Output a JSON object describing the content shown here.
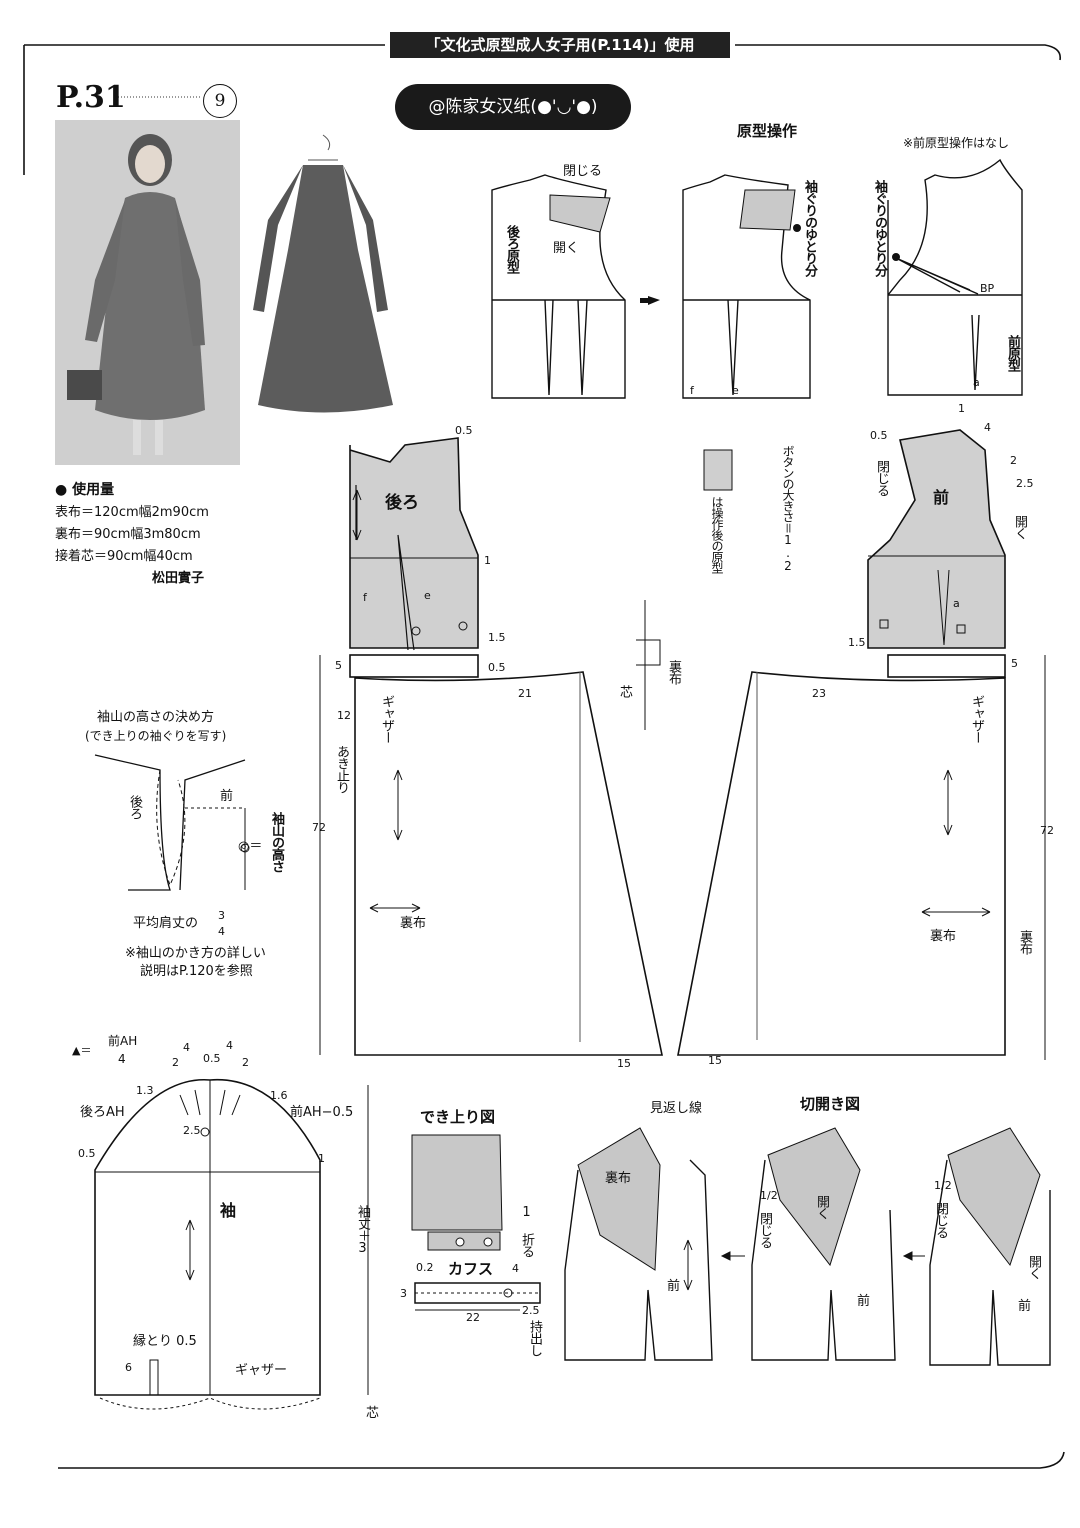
{
  "header": {
    "banner": "「文化式原型成人女子用(P.114)」使用",
    "page": "P.31",
    "number": "9",
    "watermark": "@陈家女汉纸(●'◡'●)"
  },
  "materials": {
    "title": "● 使用量",
    "lines": [
      "表布＝120cm幅2m90cm",
      "裏布＝90cm幅3m80cm",
      "接着芯＝90cm幅40cm"
    ],
    "designer": "松田實子"
  },
  "top": {
    "title": "原型操作",
    "note": "※前原型操作はなし",
    "close": "閉じる",
    "open": "開く",
    "back": "後ろ原型",
    "front": "前原型",
    "ease": "袖ぐりのゆとり分",
    "bp": "BP",
    "f": "f",
    "e": "e",
    "a": "a"
  },
  "mid": {
    "back": "後ろ",
    "front": "前",
    "close": "閉じる",
    "open": "開く",
    "legend": "は操作後の原型",
    "button": "ボタンの大きさ＝1.2",
    "gather": "ギャザー",
    "lining": "裏布",
    "opening": "あき止り",
    "shin": "芯",
    "n1": "1",
    "n05": "0.5",
    "n5": "5",
    "n15": "1.5",
    "n2": "2",
    "n25": "2.5",
    "n4": "4",
    "n12": "12",
    "n21": "21",
    "n23": "23",
    "n72": "72",
    "n15b": "15",
    "f": "f",
    "e": "e",
    "a": "a"
  },
  "capnote": {
    "title1": "袖山の高さの決め方",
    "title2": "(でき上りの袖ぐりを写す)",
    "back": "後ろ",
    "front": "前",
    "height": "袖山の高さ",
    "eq": "◎＝",
    "avg": "平均肩丈の",
    "frac_n": "3",
    "frac_d": "4",
    "ref1": "※袖山のかき方の詳しい",
    "ref2": "説明はP.120を参照"
  },
  "sleeve": {
    "formula_n": "前AH",
    "formula_d": "4",
    "mark": "▲＝",
    "backah": "後ろAH",
    "frontah": "前AH−0.5",
    "label": "袖",
    "length": "袖丈＋3",
    "binding": "縁とり 0.5",
    "gather": "ギャザー",
    "shin": "芯",
    "n05": "0.5",
    "n1": "1",
    "n13": "1.3",
    "n16": "1.6",
    "n2": "2",
    "n25": "2.5",
    "n4": "4",
    "n6": "6"
  },
  "cuff": {
    "finished": "でき上り図",
    "fold": "1 折る",
    "title": "カフス",
    "n02": "0.2",
    "n4": "4",
    "n3": "3",
    "n22": "22",
    "n25": "2.5",
    "overlap": "持出し"
  },
  "slash": {
    "facing": "見返し線",
    "title": "切開き図",
    "lining": "裏布",
    "front": "前",
    "open": "開く",
    "half_close": "閉じる",
    "half": "1/2"
  }
}
